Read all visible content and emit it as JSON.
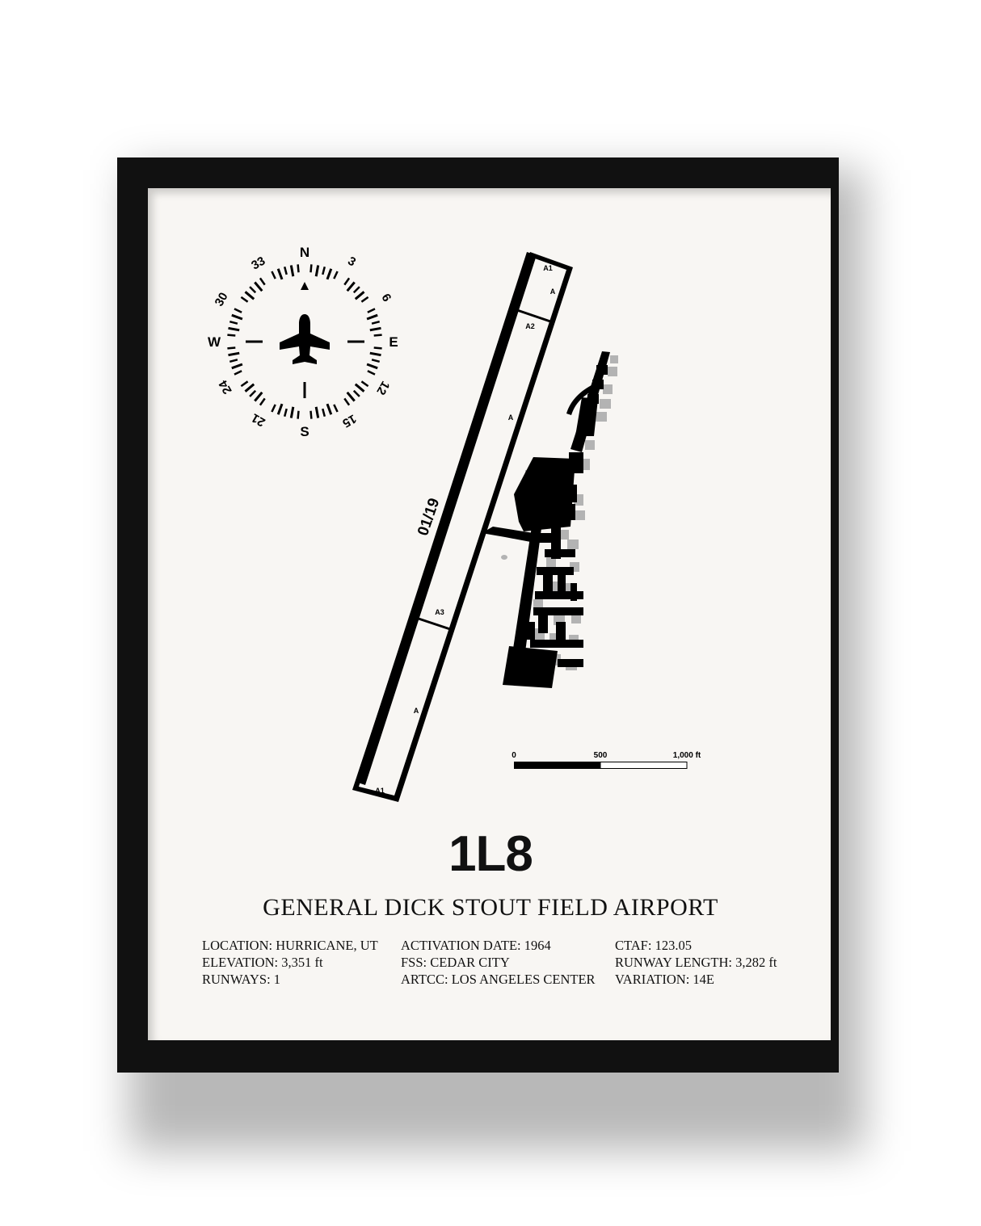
{
  "poster": {
    "airport_code": "1L8",
    "airport_name": "GENERAL DICK STOUT FIELD AIRPORT",
    "info_columns": [
      [
        "LOCATION: HURRICANE, UT",
        "ELEVATION: 3,351 ft",
        "RUNWAYS: 1"
      ],
      [
        "ACTIVATION DATE: 1964",
        "FSS: CEDAR CITY",
        "ARTCC: LOS ANGELES CENTER"
      ],
      [
        "CTAF: 123.05",
        "RUNWAY LENGTH: 3,282 ft",
        "VARIATION: 14E"
      ]
    ]
  },
  "compass": {
    "cardinals": [
      "N",
      "E",
      "S",
      "W"
    ],
    "headings": [
      "3",
      "6",
      "12",
      "15",
      "21",
      "24",
      "30",
      "33"
    ],
    "icon": "airplane-icon"
  },
  "airport_map": {
    "runway_label": "01/19",
    "taxiway_labels": [
      "A1",
      "A",
      "A2",
      "A",
      "A3",
      "A",
      "A1"
    ]
  },
  "scale_bar": {
    "labels": [
      "0",
      "500",
      "1,000 ft"
    ]
  },
  "colors": {
    "frame": "#111111",
    "paper": "#f8f6f3",
    "ink": "#000000",
    "hangar_shadow": "#b3b3b3"
  }
}
